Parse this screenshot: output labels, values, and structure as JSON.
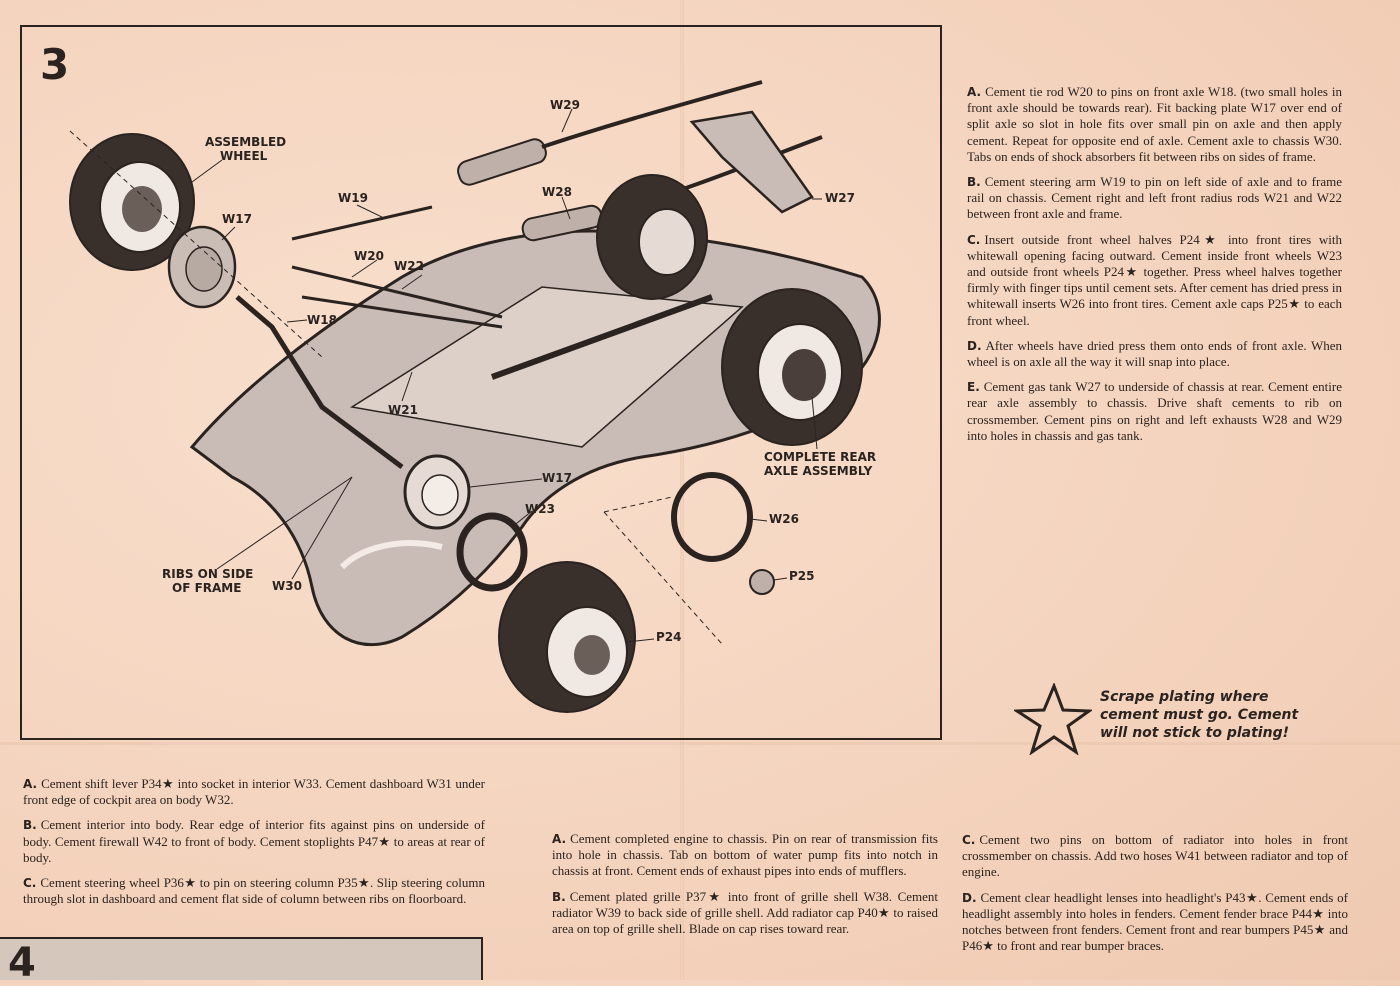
{
  "step3": {
    "number": "3",
    "labels": {
      "assembled_wheel_1": "ASSEMBLED",
      "assembled_wheel_2": "WHEEL",
      "w17_top": "W17",
      "w19": "W19",
      "w20": "W20",
      "w22": "W22",
      "w18": "W18",
      "w21": "W21",
      "w29": "W29",
      "w28": "W28",
      "w27": "W27",
      "rear_axle_1": "COMPLETE REAR",
      "rear_axle_2": "AXLE ASSEMBLY",
      "w17_bottom": "W17",
      "w23": "W23",
      "w26": "W26",
      "p25": "P25",
      "p24": "P24",
      "ribs_1": "RIBS ON SIDE",
      "ribs_2": "OF FRAME",
      "w30": "W30"
    },
    "instructions": [
      {
        "letter": "A.",
        "text": "Cement tie rod W20 to pins on front axle W18. (two small holes in front axle should be towards rear). Fit backing plate W17 over end of split axle so slot in hole fits over small pin on axle and then apply cement. Repeat for opposite end of axle. Cement axle to chassis W30. Tabs on ends of shock absorbers fit between ribs on sides of frame."
      },
      {
        "letter": "B.",
        "text": "Cement steering arm W19 to pin on left side of axle and to frame rail on chassis. Cement right and left front radius rods W21 and W22 between front axle and frame."
      },
      {
        "letter": "C.",
        "text": "Insert outside front wheel halves P24★ into front tires with whitewall opening facing outward. Cement inside front wheels W23 and outside front wheels P24★ together. Press wheel halves together firmly with finger tips until cement sets. After cement has dried press in whitewall inserts W26 into front tires. Cement axle caps P25★ to each front wheel."
      },
      {
        "letter": "D.",
        "text": "After wheels have dried press them onto ends of front axle. When wheel is on axle all the way it will snap into place."
      },
      {
        "letter": "E.",
        "text": "Cement gas tank W27 to underside of chassis at rear. Cement entire rear axle assembly to chassis. Drive shaft cements to rib on crossmember. Cement pins on right and left exhausts W28 and W29 into holes in chassis and gas tank."
      }
    ]
  },
  "notice": "Scrape plating where cement must go. Cement will not stick to plating!",
  "step4": {
    "number": "4",
    "left_instructions": [
      {
        "letter": "A.",
        "text": "Cement shift lever P34★ into socket in interior W33. Cement dashboard W31 under front edge of cockpit area on body W32."
      },
      {
        "letter": "B.",
        "text": "Cement interior into body. Rear edge of interior fits against pins on underside of body. Cement firewall W42 to front of body. Cement stoplights P47★ to areas at rear of body."
      },
      {
        "letter": "C.",
        "text": "Cement steering wheel P36★ to pin on steering column P35★. Slip steering column through slot in dashboard and cement flat side of column between ribs on floorboard."
      }
    ]
  },
  "step5": {
    "middle_instructions": [
      {
        "letter": "A.",
        "text": "Cement completed engine to chassis. Pin on rear of transmission fits into hole in chassis. Tab on bottom of water pump fits into notch in chassis at front. Cement ends of exhaust pipes into ends of mufflers."
      },
      {
        "letter": "B.",
        "text": "Cement plated grille P37★ into front of grille shell W38. Cement radiator W39 to back side of grille shell. Add radiator cap P40★ to raised area on top of grille shell. Blade on cap rises toward rear."
      }
    ],
    "right_instructions": [
      {
        "letter": "C.",
        "text": "Cement two pins on bottom of radiator into holes in front crossmember on chassis. Add two hoses W41 between radiator and top of engine."
      },
      {
        "letter": "D.",
        "text": "Cement clear headlight lenses into headlight's P43★. Cement ends of headlight assembly into holes in fenders. Cement fender brace P44★ into notches between front fenders. Cement front and rear bumpers P45★ and P46★ to front and rear bumper braces."
      }
    ]
  }
}
